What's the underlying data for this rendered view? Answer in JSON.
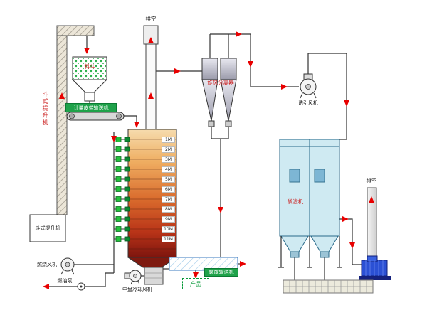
{
  "diagram": {
    "type": "drying-tower-process-flow",
    "vents": {
      "top": "排空",
      "right": "排空"
    },
    "equipment": {
      "hopper": "料斗",
      "weighing_belt_conveyor": "计量皮带输送机",
      "bucket_elevator_side": "斗式提升机",
      "bucket_elevator_boot": "斗式提升机",
      "cyclone_separator": "旋风分离器",
      "induced_draft_fan": "诱引风机",
      "bag_filter": "袋滤机",
      "combustion_fan": "燃烧风机",
      "fuel_oil_pump": "燃油泵",
      "cooling_fan": "中盘冷却风机",
      "screw_conveyor": "螺旋输送机",
      "product": "产品"
    },
    "tower": {
      "levels": [
        "1M",
        "2M",
        "3M",
        "4M",
        "5M",
        "6M",
        "7M",
        "8M",
        "9M",
        "10M",
        "11M"
      ]
    },
    "colors": {
      "arrow_red": "#e80000",
      "equipment_label_red": "#cc2222",
      "conveyor_label_green": "#1fa24a",
      "product_green": "#0a9a3a",
      "tower_top": "#f6dcae",
      "tower_bottom": "#7e150e",
      "bag_filter_fill": "#cfeaf2",
      "exhaust_fan_blue": "#2b50d4"
    }
  }
}
